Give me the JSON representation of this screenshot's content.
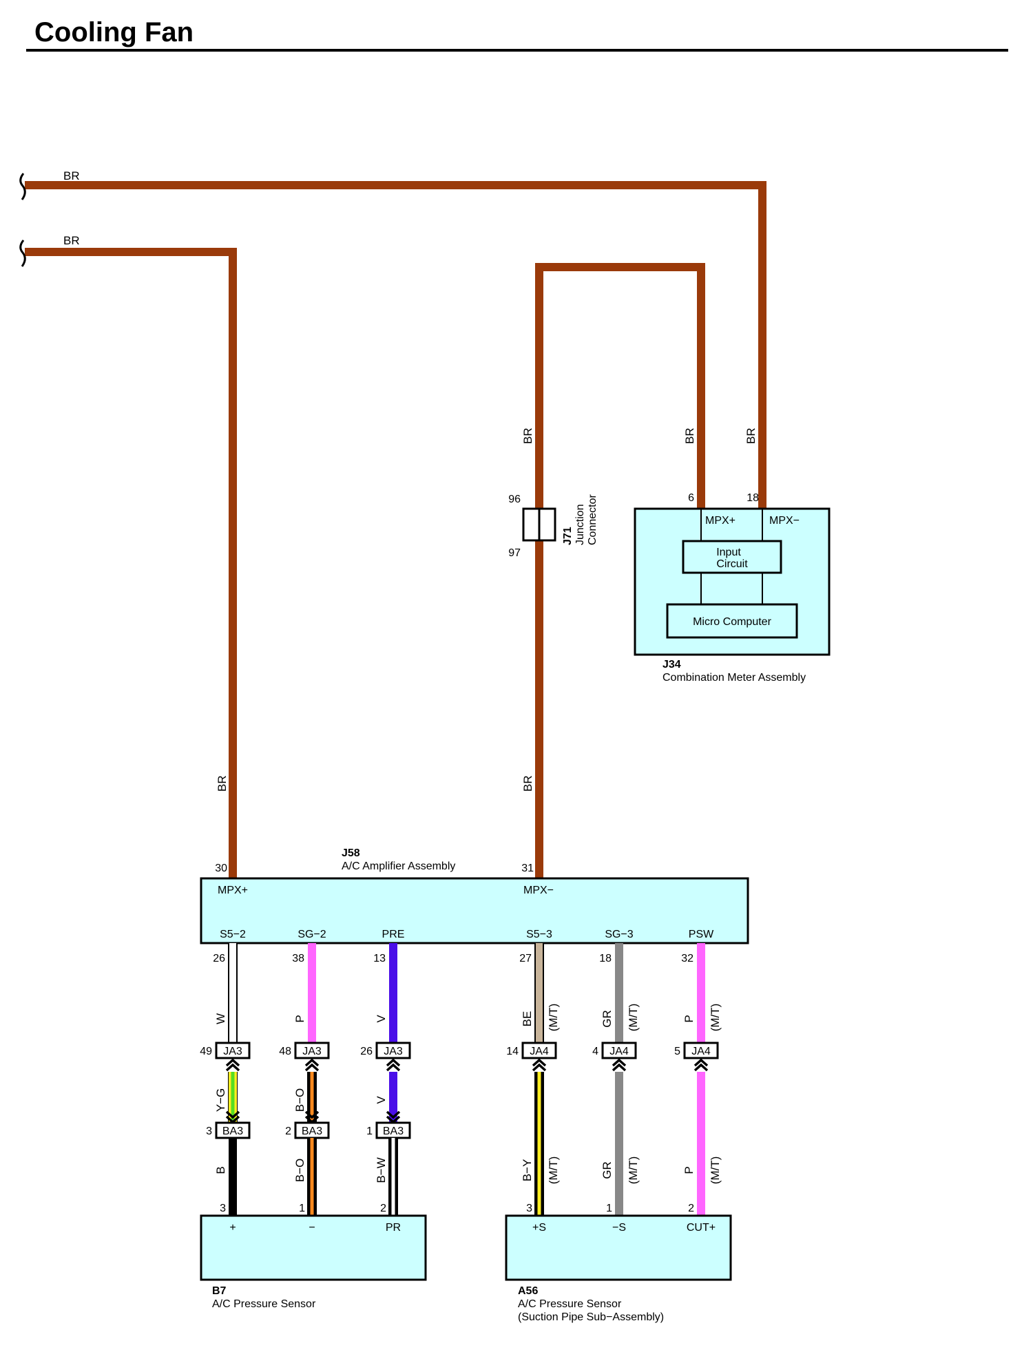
{
  "title": "Cooling Fan",
  "colors": {
    "BR": "#9a3a0a",
    "W": "#ffffff",
    "P": "#ff66ff",
    "V": "#4a0fe8",
    "BE": "#c8b49a",
    "GR": "#888888",
    "B": "#000000",
    "Y": "#ffee22",
    "G": "#55dd22",
    "O": "#ff8a1e",
    "component_fill": "#ccffff"
  },
  "wires_top": {
    "a_color": "BR",
    "b_color": "BR"
  },
  "j71": {
    "id": "J71",
    "name": "Junction Connector",
    "pin_in": "96",
    "pin_out": "97",
    "wire_color": "BR"
  },
  "j34": {
    "id": "J34",
    "name": "Combination Meter Assembly",
    "pin_a": "6",
    "pin_b": "18",
    "sig_a": "MPX+",
    "sig_b": "MPX−",
    "wire_a": "BR",
    "wire_b": "BR",
    "input_circuit": "Input\nCircuit",
    "input_line1": "Input",
    "input_line2": "Circuit",
    "micro": "Micro Computer"
  },
  "j58": {
    "id": "J58",
    "name": "A/C Amplifier Assembly",
    "pin_left": "30",
    "pin_right": "31",
    "sig_left": "MPX+",
    "sig_right": "MPX−",
    "wire_left": "BR",
    "wire_right": "BR",
    "bottom": [
      {
        "sig": "S5−2",
        "pin": "26",
        "wire": "W",
        "mt": ""
      },
      {
        "sig": "SG−2",
        "pin": "38",
        "wire": "P",
        "mt": ""
      },
      {
        "sig": "PRE",
        "pin": "13",
        "wire": "V",
        "mt": ""
      },
      {
        "sig": "S5−3",
        "pin": "27",
        "wire": "BE",
        "mt": "(M/T)"
      },
      {
        "sig": "SG−3",
        "pin": "18",
        "wire": "GR",
        "mt": "(M/T)"
      },
      {
        "sig": "PSW",
        "pin": "32",
        "wire": "P",
        "mt": "(M/T)"
      }
    ]
  },
  "junctions": [
    {
      "pin": "49",
      "conn": "JA3",
      "mid_wire": "Y−G",
      "pin2": "3",
      "conn2": "BA3",
      "low_wire": "B",
      "mt": ""
    },
    {
      "pin": "48",
      "conn": "JA3",
      "mid_wire": "B−O",
      "pin2": "2",
      "conn2": "BA3",
      "low_wire": "B−O",
      "mt": ""
    },
    {
      "pin": "26",
      "conn": "JA3",
      "mid_wire": "V",
      "pin2": "1",
      "conn2": "BA3",
      "low_wire": "B−W",
      "mt": ""
    },
    {
      "pin": "14",
      "conn": "JA4",
      "mid_wire": "",
      "pin2": "",
      "conn2": "",
      "low_wire": "B−Y",
      "mt": "(M/T)"
    },
    {
      "pin": "4",
      "conn": "JA4",
      "mid_wire": "",
      "pin2": "",
      "conn2": "",
      "low_wire": "GR",
      "mt": "(M/T)"
    },
    {
      "pin": "5",
      "conn": "JA4",
      "mid_wire": "",
      "pin2": "",
      "conn2": "",
      "low_wire": "P",
      "mt": "(M/T)"
    }
  ],
  "b7": {
    "id": "B7",
    "name": "A/C Pressure Sensor",
    "pins": [
      "3",
      "1",
      "2"
    ],
    "sigs": [
      "+",
      "−",
      "PR"
    ]
  },
  "a56": {
    "id": "A56",
    "name": "A/C Pressure Sensor",
    "name2": "(Suction Pipe Sub−Assembly)",
    "pins": [
      "3",
      "1",
      "2"
    ],
    "sigs": [
      "+S",
      "−S",
      "CUT+"
    ]
  }
}
